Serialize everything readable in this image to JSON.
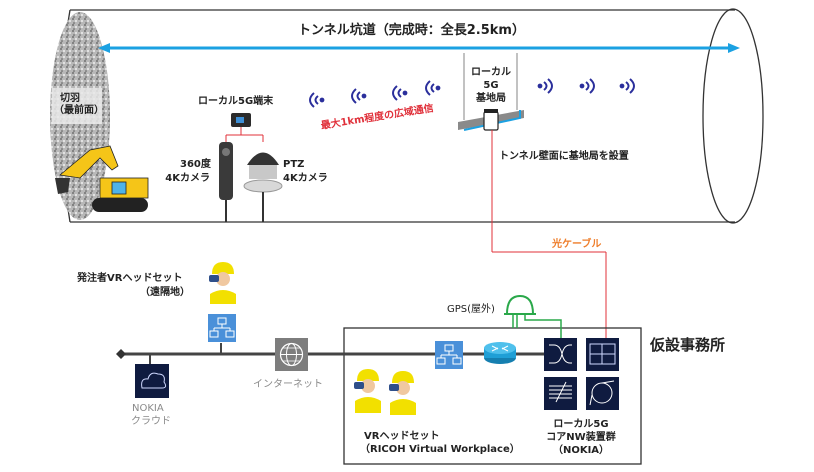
{
  "tunnel": {
    "title": "トンネル坑道（完成時：全長2.5km）",
    "face_label_1": "切羽",
    "face_label_2": "（最前面）",
    "terminal_label": "ローカル5G端末",
    "cam360_label_1": "360度",
    "cam360_label_2": "4Kカメラ",
    "ptz_label_1": "PTZ",
    "ptz_label_2": "4Kカメラ",
    "range_label": "最大1km程度の広域通信",
    "base_station_label_1": "ローカル",
    "base_station_label_2": "5G",
    "base_station_label_3": "基地局",
    "install_note": "トンネル壁面に基地局を設置"
  },
  "network": {
    "fiber_label": "光ケーブル",
    "client_vr_label_1": "発注者VRヘッドセット",
    "client_vr_label_2": "（遠隔地）",
    "internet_label": "インターネット",
    "cloud_label_1": "NOKIA",
    "cloud_label_2": "クラウド",
    "gps_label": "GPS(屋外)",
    "office_label": "仮設事務所",
    "vr_label_1": "VRヘッドセット",
    "vr_label_2": "（RICOH Virtual Workplace）",
    "core_label_1": "ローカル5G",
    "core_label_2": "コアNW装置群",
    "core_label_3": "（NOKIA）"
  },
  "colors": {
    "arrow": "#1ba1e2",
    "wave": "#2b2f9c",
    "fiber": "#e0303a",
    "gps_line": "#2aa84a",
    "nokia_navy": "#0f1b40",
    "hub_blue": "#4a90d9",
    "internet_gray": "#7d7d7d",
    "router": "#1f9fd6"
  }
}
